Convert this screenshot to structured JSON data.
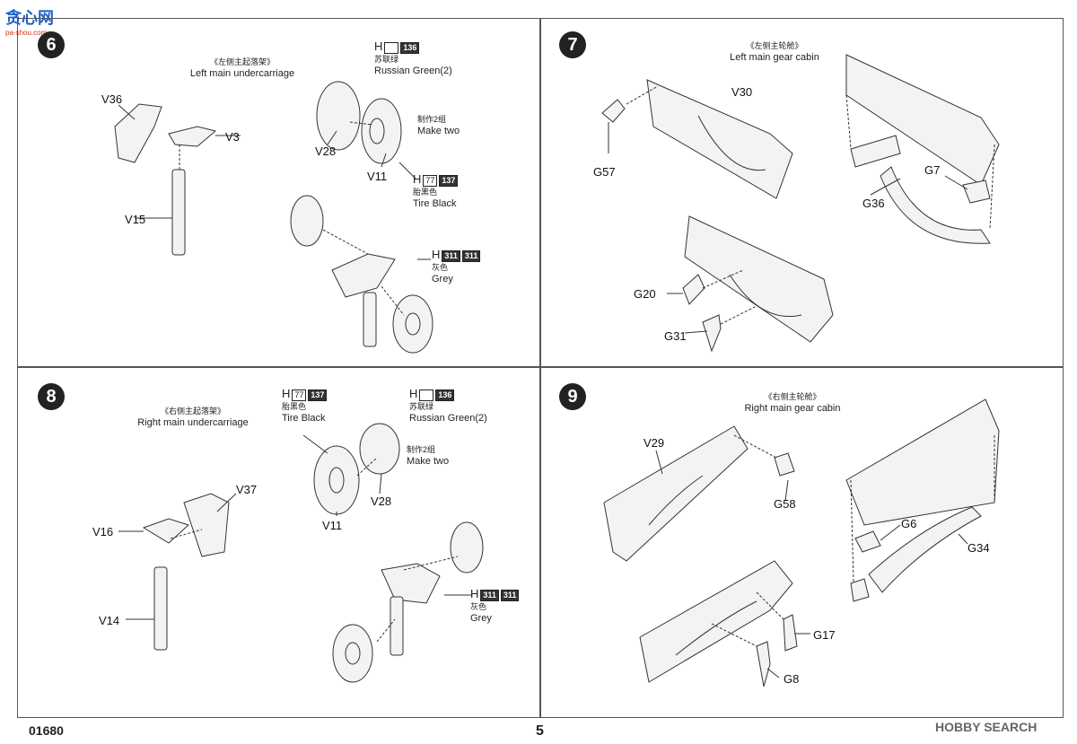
{
  "watermark": {
    "cn": "贪心网",
    "sub": "pa-shou.com"
  },
  "steps": {
    "s6": {
      "number": "6",
      "title_cn": "《左侧主起落架》",
      "title_en": "Left main undercarriage",
      "parts": [
        "V36",
        "V3",
        "V15",
        "V28",
        "V11"
      ],
      "make_cn": "制作2组",
      "make_en": "Make two",
      "paints": [
        {
          "h": "H",
          "codes": [
            "",
            "136"
          ],
          "cn": "苏联绿",
          "en": "Russian Green(2)"
        },
        {
          "h": "H",
          "codes": [
            "77",
            "137"
          ],
          "cn": "胎黑色",
          "en": "Tire Black"
        },
        {
          "h": "H",
          "codes": [
            "311",
            "311"
          ],
          "cn": "灰色",
          "en": "Grey"
        }
      ]
    },
    "s7": {
      "number": "7",
      "title_cn": "《左侧主轮舱》",
      "title_en": "Left main gear cabin",
      "parts": [
        "V30",
        "G57",
        "G7",
        "G36",
        "G20",
        "G31"
      ]
    },
    "s8": {
      "number": "8",
      "title_cn": "《右侧主起落架》",
      "title_en": "Right main undercarriage",
      "parts": [
        "V37",
        "V16",
        "V14",
        "V28",
        "V11"
      ],
      "make_cn": "制作2组",
      "make_en": "Make two",
      "paints": [
        {
          "h": "H",
          "codes": [
            "77",
            "137"
          ],
          "cn": "胎黑色",
          "en": "Tire Black"
        },
        {
          "h": "H",
          "codes": [
            "",
            "136"
          ],
          "cn": "苏联绿",
          "en": "Russian Green(2)"
        },
        {
          "h": "H",
          "codes": [
            "311",
            "311"
          ],
          "cn": "灰色",
          "en": "Grey"
        }
      ]
    },
    "s9": {
      "number": "9",
      "title_cn": "《右侧主轮舱》",
      "title_en": "Right main gear cabin",
      "parts": [
        "V29",
        "G58",
        "G6",
        "G34",
        "G17",
        "G8"
      ]
    }
  },
  "footer": {
    "code": "01680",
    "page": "5",
    "brand": "HOBBY SEARCH"
  }
}
